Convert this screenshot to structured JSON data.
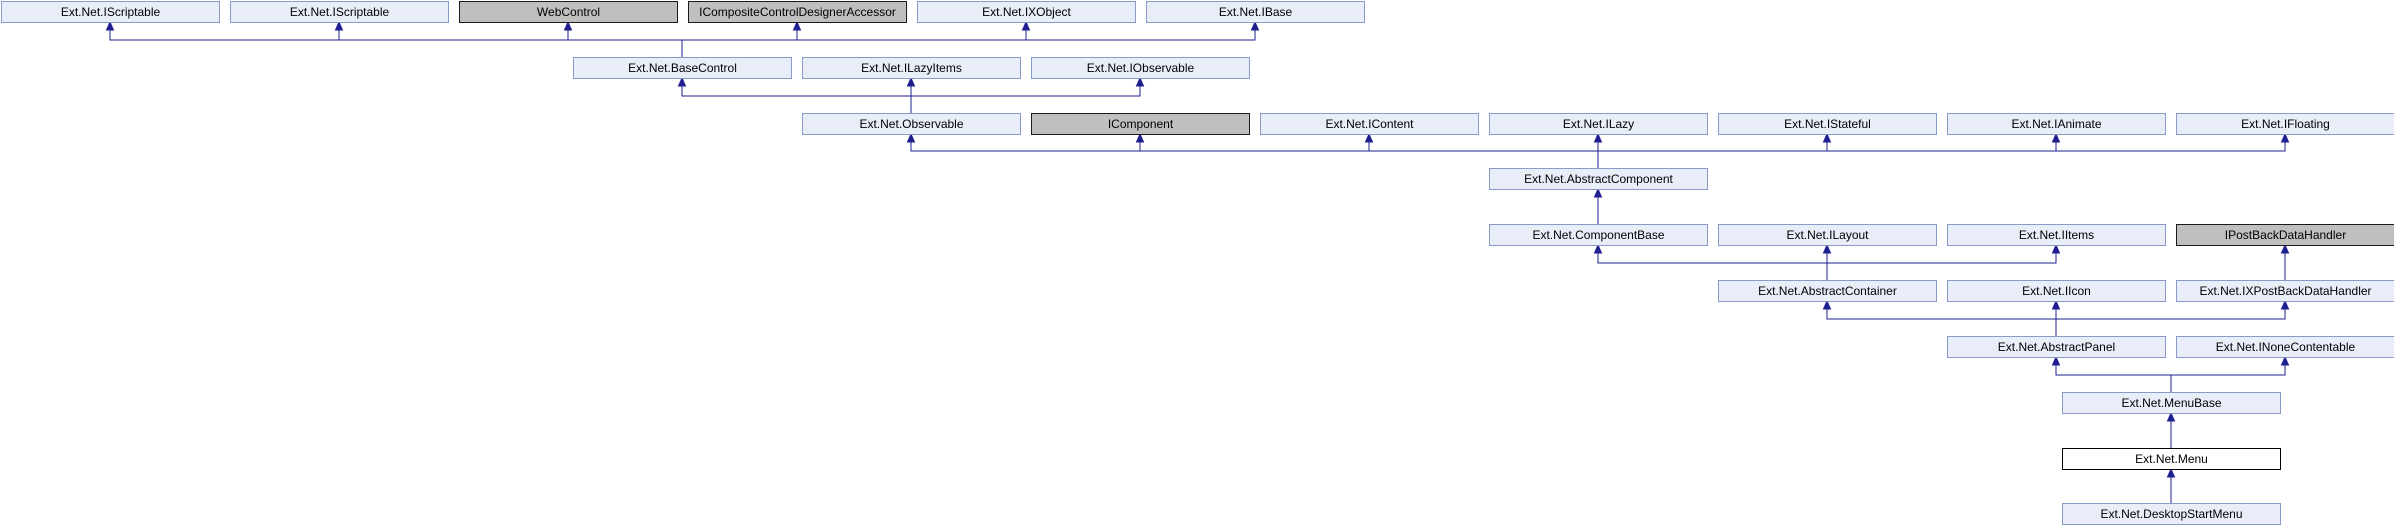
{
  "diagram": {
    "nodes": [
      {
        "id": "n_iscriptable_1",
        "label": "Ext.Net.IScriptable",
        "style": "normal"
      },
      {
        "id": "n_iscriptable_2",
        "label": "Ext.Net.IScriptable",
        "style": "normal"
      },
      {
        "id": "n_webcontrol",
        "label": "WebControl",
        "style": "external"
      },
      {
        "id": "n_icompositecontroldesigneraccessor",
        "label": "ICompositeControlDesignerAccessor",
        "style": "external"
      },
      {
        "id": "n_ixobject",
        "label": "Ext.Net.IXObject",
        "style": "normal"
      },
      {
        "id": "n_ibase",
        "label": "Ext.Net.IBase",
        "style": "normal"
      },
      {
        "id": "n_basecontrol",
        "label": "Ext.Net.BaseControl",
        "style": "normal"
      },
      {
        "id": "n_ilazyitems",
        "label": "Ext.Net.ILazyItems",
        "style": "normal"
      },
      {
        "id": "n_iobservable",
        "label": "Ext.Net.IObservable",
        "style": "normal"
      },
      {
        "id": "n_observable",
        "label": "Ext.Net.Observable",
        "style": "normal"
      },
      {
        "id": "n_icomponent",
        "label": "IComponent",
        "style": "external"
      },
      {
        "id": "n_icontent",
        "label": "Ext.Net.IContent",
        "style": "normal"
      },
      {
        "id": "n_ilazy",
        "label": "Ext.Net.ILazy",
        "style": "normal"
      },
      {
        "id": "n_istateful",
        "label": "Ext.Net.IStateful",
        "style": "normal"
      },
      {
        "id": "n_ianimate",
        "label": "Ext.Net.IAnimate",
        "style": "normal"
      },
      {
        "id": "n_ifloating",
        "label": "Ext.Net.IFloating",
        "style": "normal"
      },
      {
        "id": "n_abstractcomponent",
        "label": "Ext.Net.AbstractComponent",
        "style": "normal"
      },
      {
        "id": "n_componentbase",
        "label": "Ext.Net.ComponentBase",
        "style": "normal"
      },
      {
        "id": "n_ilayout",
        "label": "Ext.Net.ILayout",
        "style": "normal"
      },
      {
        "id": "n_iitems",
        "label": "Ext.Net.IItems",
        "style": "normal"
      },
      {
        "id": "n_ipostbackdatahandler",
        "label": "IPostBackDataHandler",
        "style": "external"
      },
      {
        "id": "n_abstractcontainer",
        "label": "Ext.Net.AbstractContainer",
        "style": "normal"
      },
      {
        "id": "n_iicon",
        "label": "Ext.Net.IIcon",
        "style": "normal"
      },
      {
        "id": "n_ixpostbackdatahandler",
        "label": "Ext.Net.IXPostBackDataHandler",
        "style": "normal"
      },
      {
        "id": "n_abstractpanel",
        "label": "Ext.Net.AbstractPanel",
        "style": "normal"
      },
      {
        "id": "n_inonecontentable",
        "label": "Ext.Net.INoneContentable",
        "style": "normal"
      },
      {
        "id": "n_menubase",
        "label": "Ext.Net.MenuBase",
        "style": "normal"
      },
      {
        "id": "n_menu",
        "label": "Ext.Net.Menu",
        "style": "focus"
      },
      {
        "id": "n_desktopstartmenu",
        "label": "Ext.Net.DesktopStartMenu",
        "style": "normal"
      }
    ],
    "edges": [
      {
        "from": "n_basecontrol",
        "to": "n_iscriptable_1"
      },
      {
        "from": "n_basecontrol",
        "to": "n_iscriptable_2"
      },
      {
        "from": "n_basecontrol",
        "to": "n_webcontrol"
      },
      {
        "from": "n_basecontrol",
        "to": "n_icompositecontroldesigneraccessor"
      },
      {
        "from": "n_basecontrol",
        "to": "n_ixobject"
      },
      {
        "from": "n_basecontrol",
        "to": "n_ibase"
      },
      {
        "from": "n_observable",
        "to": "n_basecontrol"
      },
      {
        "from": "n_observable",
        "to": "n_ilazyitems"
      },
      {
        "from": "n_observable",
        "to": "n_iobservable"
      },
      {
        "from": "n_abstractcomponent",
        "to": "n_observable"
      },
      {
        "from": "n_abstractcomponent",
        "to": "n_icomponent"
      },
      {
        "from": "n_abstractcomponent",
        "to": "n_icontent"
      },
      {
        "from": "n_abstractcomponent",
        "to": "n_ilazy"
      },
      {
        "from": "n_abstractcomponent",
        "to": "n_istateful"
      },
      {
        "from": "n_abstractcomponent",
        "to": "n_ianimate"
      },
      {
        "from": "n_abstractcomponent",
        "to": "n_ifloating"
      },
      {
        "from": "n_componentbase",
        "to": "n_abstractcomponent"
      },
      {
        "from": "n_abstractcontainer",
        "to": "n_componentbase"
      },
      {
        "from": "n_abstractcontainer",
        "to": "n_ilayout"
      },
      {
        "from": "n_abstractcontainer",
        "to": "n_iitems"
      },
      {
        "from": "n_ixpostbackdatahandler",
        "to": "n_ipostbackdatahandler"
      },
      {
        "from": "n_abstractpanel",
        "to": "n_abstractcontainer"
      },
      {
        "from": "n_abstractpanel",
        "to": "n_iicon"
      },
      {
        "from": "n_abstractpanel",
        "to": "n_ixpostbackdatahandler"
      },
      {
        "from": "n_menubase",
        "to": "n_abstractpanel"
      },
      {
        "from": "n_menubase",
        "to": "n_inonecontentable"
      },
      {
        "from": "n_menu",
        "to": "n_menubase"
      },
      {
        "from": "n_desktopstartmenu",
        "to": "n_menu"
      }
    ]
  },
  "colors": {
    "normal_fill": "#e8edf8",
    "normal_border": "#8a9ac8",
    "external_fill": "#bfbfbf",
    "external_border": "#1a1a1a",
    "focus_fill": "#ffffff",
    "focus_border": "#000000",
    "edge": "#1f1f8f"
  }
}
